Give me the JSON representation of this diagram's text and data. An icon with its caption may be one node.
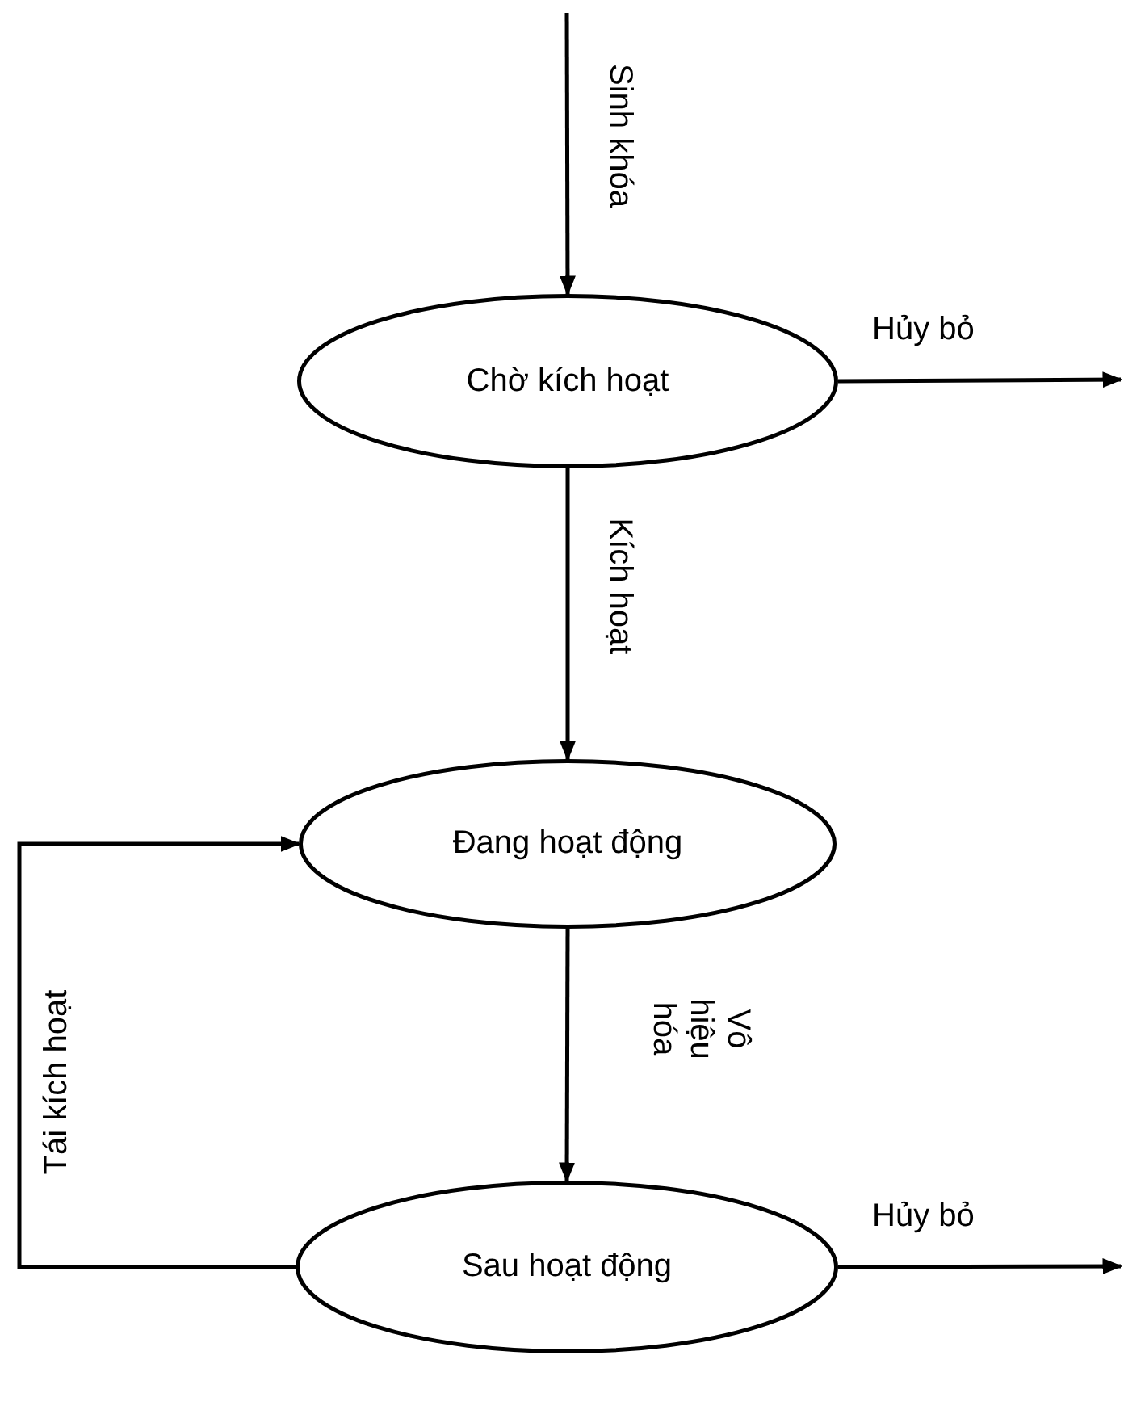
{
  "diagram": {
    "nodes": [
      {
        "text": [
          "Chờ kích hoạt"
        ]
      },
      {
        "text": [
          "Đang hoạt động"
        ]
      },
      {
        "text": [
          "Sau hoạt động"
        ]
      }
    ],
    "edges": [
      {
        "from": null,
        "to": 0,
        "arrow": "to",
        "label": "Sinh khóa"
      },
      {
        "from": 0,
        "to": null,
        "arrow": "to",
        "label": "Hủy bỏ"
      },
      {
        "from": 0,
        "to": 1,
        "arrow": "to",
        "label": "Kích hoạt"
      },
      {
        "from": 1,
        "to": 2,
        "arrow": "to",
        "label": "Vô hiệu hóa"
      },
      {
        "from": 2,
        "to": 1,
        "arrow": "to",
        "label": "Tái kích hoạt"
      },
      {
        "from": 2,
        "to": null,
        "arrow": "to",
        "label": "Hủy bỏ"
      }
    ]
  }
}
